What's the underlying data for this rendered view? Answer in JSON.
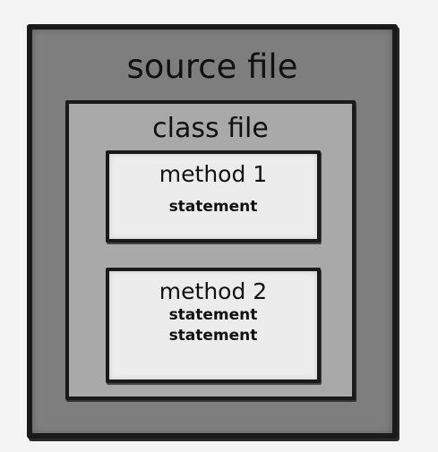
{
  "source": {
    "label": "source file"
  },
  "class": {
    "label": "class file"
  },
  "methods": [
    {
      "label": "method 1",
      "statements": [
        "statement"
      ]
    },
    {
      "label": "method 2",
      "statements": [
        "statement",
        "statement"
      ]
    }
  ]
}
